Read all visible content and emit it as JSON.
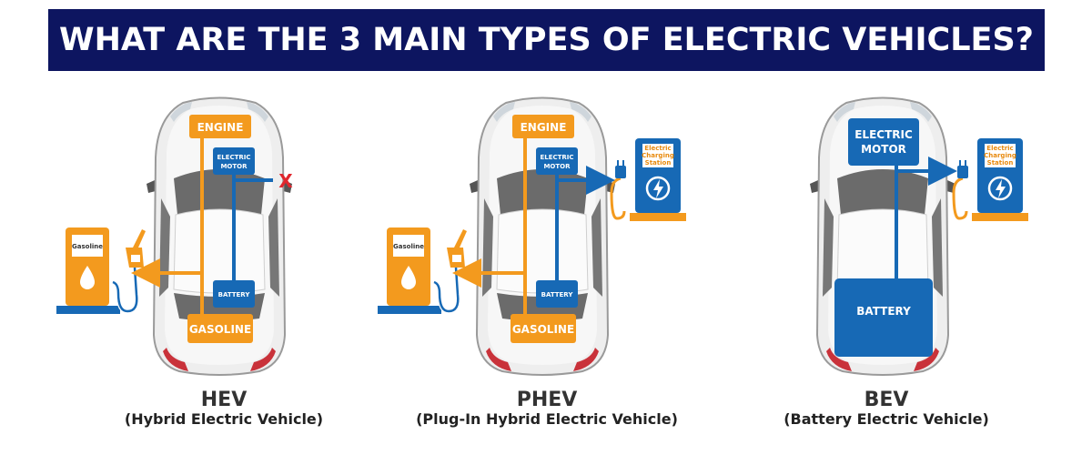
{
  "title": "WHAT ARE THE 3 MAIN TYPES OF ELECTRIC VEHICLES?",
  "colors": {
    "navy": "#0d1560",
    "orange": "#f39a1e",
    "blue": "#1769b5",
    "red_x": "#e0262d"
  },
  "hev": {
    "engine": "ENGINE",
    "motor_line1": "ELECTRIC",
    "motor_line2": "MOTOR",
    "battery": "BATTERY",
    "gasoline": "GASOLINE",
    "pump_label": "Gasoline",
    "x_mark": "X",
    "abbr": "HEV",
    "full": "(Hybrid Electric Vehicle)"
  },
  "phev": {
    "engine": "ENGINE",
    "motor_line1": "ELECTRIC",
    "motor_line2": "MOTOR",
    "battery": "BATTERY",
    "gasoline": "GASOLINE",
    "pump_label": "Gasoline",
    "station_line1": "Electric",
    "station_line2": "Charging",
    "station_line3": "Station",
    "abbr": "PHEV",
    "full": "(Plug-In Hybrid Electric Vehicle)"
  },
  "bev": {
    "motor_line1": "ELECTRIC",
    "motor_line2": "MOTOR",
    "battery": "BATTERY",
    "station_line1": "Electric",
    "station_line2": "Charging",
    "station_line3": "Station",
    "abbr": "BEV",
    "full": "(Battery Electric Vehicle)"
  }
}
